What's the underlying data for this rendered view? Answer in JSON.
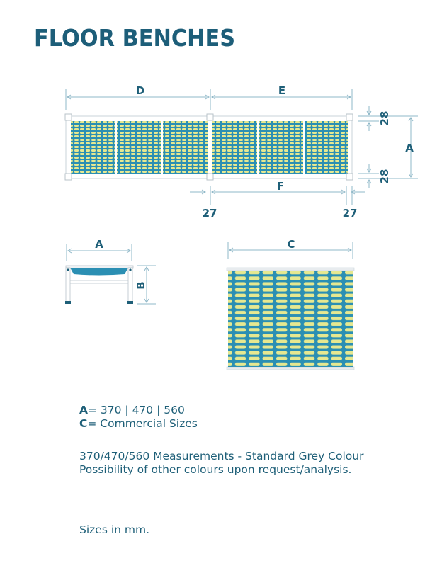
{
  "title": "FLOOR BENCHES",
  "labels": {
    "D": "D",
    "E": "E",
    "F": "F",
    "A_side": "A",
    "A_bottom": "A",
    "B": "B",
    "C": "C",
    "dim_27_left": "27",
    "dim_27_right": "27",
    "dim_28_top": "28",
    "dim_28_bottom": "28"
  },
  "legend": {
    "a_key": "A",
    "a_value": "= 370 | 470 | 560",
    "c_key": "C",
    "c_value": "= Commercial Sizes"
  },
  "notes": {
    "line1": "370/470/560 Measurements - Standard Grey Colour",
    "line2": "Possibility of other colours upon request/analysis."
  },
  "sizes_note": "Sizes in mm.",
  "colors": {
    "blue": "#2b8fb3",
    "dark_blue": "#1e5f78",
    "yellow": "#e6e890",
    "frame": "#d7dce0",
    "dim_line": "#8fb8c8"
  }
}
